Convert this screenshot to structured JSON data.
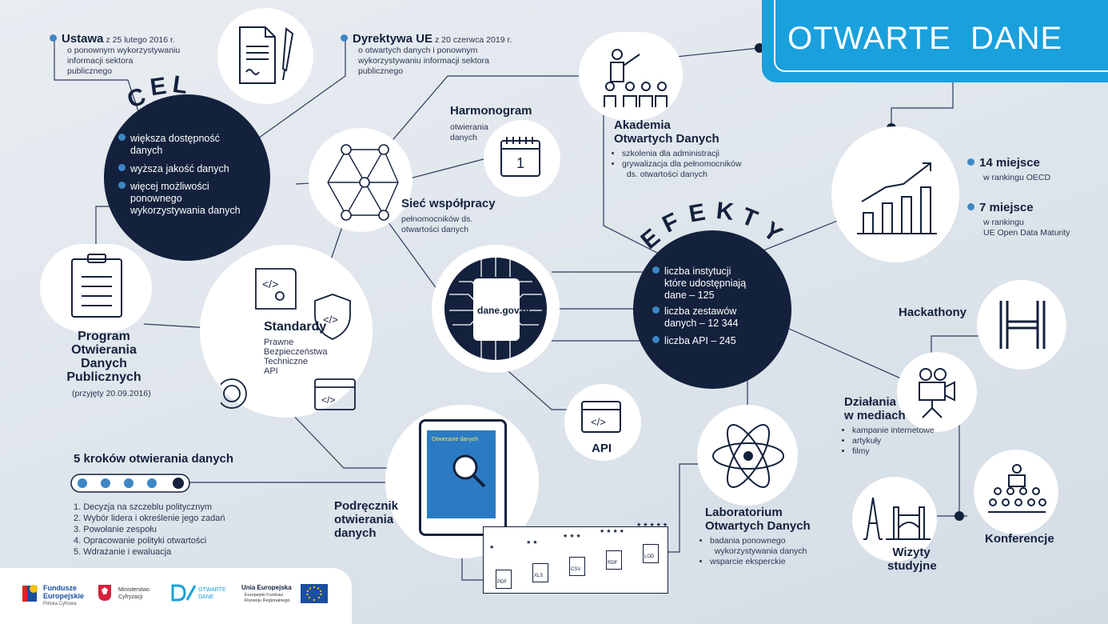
{
  "title": "OTWARTE  DANE",
  "cel": {
    "heading": [
      "C",
      "E",
      "L"
    ],
    "items": [
      "większa dostępność\ndanych",
      "wyższa jakość danych",
      "więcej możliwości\nponownego\nwykorzystywania danych"
    ]
  },
  "ustawa": {
    "bold": "Ustawa",
    "rest": " z 25 lutego 2016 r.",
    "desc": "o ponownym wykorzystywaniu\ninformacji sektora\npublicznego"
  },
  "dyrektywa": {
    "bold": "Dyrektywa UE",
    "rest": " z 20 czerwca 2019 r.",
    "desc": "o otwartych danych i ponownym\nwykorzystywaniu informacji sektora\npublicznego"
  },
  "harmonogram": {
    "title": "Harmonogram",
    "desc": "otwierania\ndanych",
    "calendar_day": "1"
  },
  "siec": {
    "title": "Sieć współpracy",
    "desc": "pełnomocników ds.\notwartości danych"
  },
  "akademia": {
    "title": "Akademia\nOtwartych Danych",
    "items": [
      "szkolenia dla administracji",
      "grywalizacja dla pełnomocników\n  ds. otwartości danych"
    ]
  },
  "program": {
    "title": "Program\nOtwierania\nDanych\nPublicznych",
    "date": "(przyjęty 20.09.2016)"
  },
  "standardy": {
    "title": "Standardy",
    "items": "Prawne\nBezpieczeństwa\nTechniczne\nAPI"
  },
  "portal": {
    "label": "dane.gov.pl"
  },
  "efekty": {
    "heading": [
      "E",
      "F",
      "E",
      "K",
      "T",
      "Y"
    ],
    "items": [
      "liczba instytucji\nktóre udostępniają\ndane – 125",
      "liczba zestawów\ndanych – 12 344",
      "liczba API – 245"
    ]
  },
  "rankings": [
    {
      "title": "14 miejsce",
      "desc": "w rankingu OECD"
    },
    {
      "title": "7 miejsce",
      "desc": "w rankingu\nUE Open Data Maturity"
    }
  ],
  "hackathony": {
    "title": "Hackathony"
  },
  "media": {
    "title": "Działania\nw mediach",
    "items": [
      "kampanie internetowe",
      "artykuły",
      "filmy"
    ]
  },
  "api": {
    "label": "API"
  },
  "kroki": {
    "title": "5 kroków otwierania danych",
    "items": [
      "1. Decyzja na szczeblu politycznym",
      "2. Wybór lidera i określenie jego zadań",
      "3. Powołanie zespołu",
      "4. Opracowanie polityki otwartości",
      "5. Wdrażanie i ewaluacja"
    ]
  },
  "podrecznik": {
    "title": "Podręcznik\notwierania\ndanych",
    "tablet_text": "Otwieranie danych"
  },
  "laboratorium": {
    "title": "Laboratorium\nOtwartych Danych",
    "items": [
      "badania ponownego\n  wykorzystywania danych",
      "wsparcie eksperckie"
    ]
  },
  "konferencje": {
    "title": "Konferencje"
  },
  "wizyty": {
    "title": "Wizyty\nstudyjne"
  },
  "stars": [
    {
      "stars": "★",
      "label": "PDF"
    },
    {
      "stars": "★ ★",
      "label": "XLS"
    },
    {
      "stars": "★ ★ ★",
      "label": "CSV"
    },
    {
      "stars": "★ ★ ★ ★",
      "label": "RDF"
    },
    {
      "stars": "★ ★ ★ ★ ★",
      "label": "LOD"
    }
  ],
  "logos": {
    "fe": "Fundusze\nEuropejskie",
    "fe_sub": "Polska Cyfrowa",
    "min": "Ministerstwo\nCyfryzacji",
    "od": "OTWARTE\nDANE",
    "ue": "Unia Europejska",
    "ue_sub": "Europejski Fundusz\nRozwoju Regionalnego"
  },
  "colors": {
    "navy": "#13213d",
    "blue": "#1aa0dc",
    "accent": "#3e86c4",
    "bg": "#e3e8ee"
  }
}
